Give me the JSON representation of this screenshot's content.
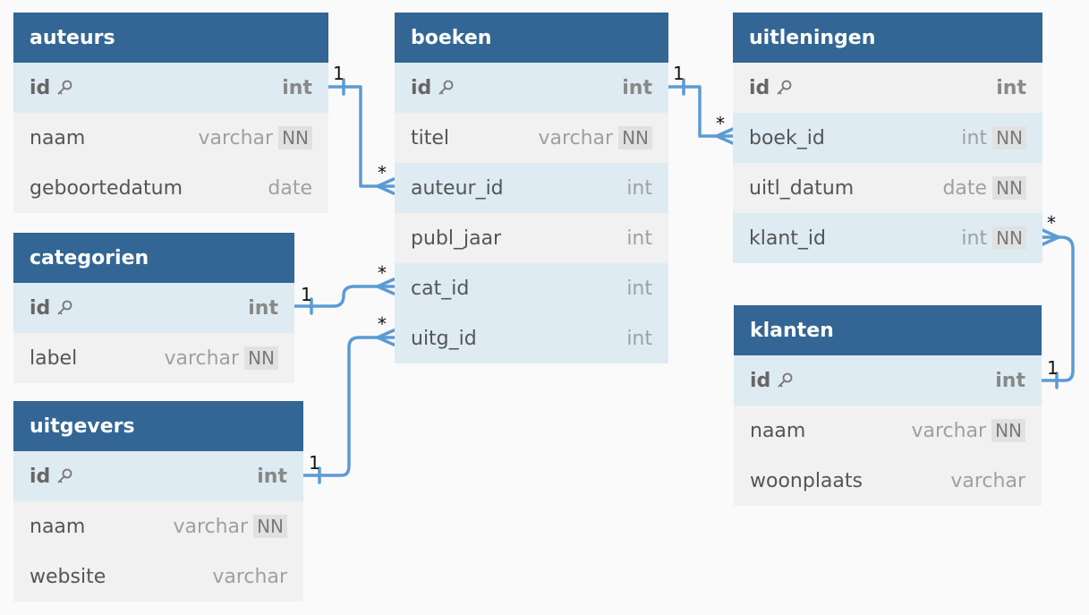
{
  "tables": {
    "auteurs": {
      "name": "auteurs",
      "fields": [
        {
          "name": "id",
          "type": "int",
          "nn": "",
          "pk": true
        },
        {
          "name": "naam",
          "type": "varchar",
          "nn": "NN"
        },
        {
          "name": "geboortedatum",
          "type": "date",
          "nn": ""
        }
      ]
    },
    "boeken": {
      "name": "boeken",
      "fields": [
        {
          "name": "id",
          "type": "int",
          "nn": "",
          "pk": true
        },
        {
          "name": "titel",
          "type": "varchar",
          "nn": "NN"
        },
        {
          "name": "auteur_id",
          "type": "int",
          "nn": ""
        },
        {
          "name": "publ_jaar",
          "type": "int",
          "nn": ""
        },
        {
          "name": "cat_id",
          "type": "int",
          "nn": ""
        },
        {
          "name": "uitg_id",
          "type": "int",
          "nn": ""
        }
      ]
    },
    "uitleningen": {
      "name": "uitleningen",
      "fields": [
        {
          "name": "id",
          "type": "int",
          "nn": "",
          "pk": true
        },
        {
          "name": "boek_id",
          "type": "int",
          "nn": "NN"
        },
        {
          "name": "uitl_datum",
          "type": "date",
          "nn": "NN"
        },
        {
          "name": "klant_id",
          "type": "int",
          "nn": "NN"
        }
      ]
    },
    "categorien": {
      "name": "categorien",
      "fields": [
        {
          "name": "id",
          "type": "int",
          "nn": "",
          "pk": true
        },
        {
          "name": "label",
          "type": "varchar",
          "nn": "NN"
        }
      ]
    },
    "uitgevers": {
      "name": "uitgevers",
      "fields": [
        {
          "name": "id",
          "type": "int",
          "nn": "",
          "pk": true
        },
        {
          "name": "naam",
          "type": "varchar",
          "nn": "NN"
        },
        {
          "name": "website",
          "type": "varchar",
          "nn": ""
        }
      ]
    },
    "klanten": {
      "name": "klanten",
      "fields": [
        {
          "name": "id",
          "type": "int",
          "nn": "",
          "pk": true
        },
        {
          "name": "naam",
          "type": "varchar",
          "nn": "NN"
        },
        {
          "name": "woonplaats",
          "type": "varchar",
          "nn": ""
        }
      ]
    }
  },
  "relations": [
    {
      "from": "auteurs.id",
      "to": "boeken.auteur_id",
      "from_card": "1",
      "to_card": "*"
    },
    {
      "from": "boeken.id",
      "to": "uitleningen.boek_id",
      "from_card": "1",
      "to_card": "*"
    },
    {
      "from": "categorien.id",
      "to": "boeken.cat_id",
      "from_card": "1",
      "to_card": "*"
    },
    {
      "from": "uitgevers.id",
      "to": "boeken.uitg_id",
      "from_card": "1",
      "to_card": "*"
    },
    {
      "from": "klanten.id",
      "to": "uitleningen.klant_id",
      "from_card": "1",
      "to_card": "*"
    }
  ],
  "colors": {
    "header_bg": "#336694",
    "link": "#5b9bd5",
    "row_highlight": "#deebf3",
    "row_plain": "#f1f1f1"
  },
  "icons": {
    "primary_key": "key-icon"
  }
}
